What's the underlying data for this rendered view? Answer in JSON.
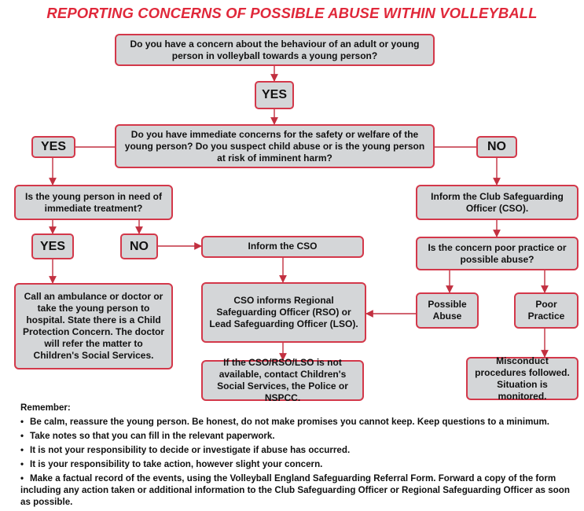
{
  "title": "REPORTING CONCERNS OF POSSIBLE ABUSE WITHIN VOLLEYBALL",
  "boxes": {
    "q1": "Do you have a concern about the behaviour of an adult or young person in volleyball towards a young person?",
    "yes1": "YES",
    "q2": "Do you have immediate concerns for the safety or welfare of the young person? Do you suspect child abuse or is the young person at risk of imminent harm?",
    "yes2": "YES",
    "no2": "NO",
    "q3": "Is the young person in need of immediate treatment?",
    "yes3": "YES",
    "no3": "NO",
    "inform_cso": "Inform the CSO",
    "ambulance": "Call an ambulance or doctor or take the young person to hospital. State there is a Child Protection Concern. The doctor will refer the matter to Children's Social Services.",
    "cso_informs": "CSO informs Regional Safeguarding Officer (RSO) or Lead Safeguarding Officer (LSO).",
    "not_available": "If the CSO/RSO/LSO is not available, contact Children's Social Services, the Police or NSPCC.",
    "inform_club_cso": "Inform the Club Safeguarding Officer (CSO).",
    "q4": "Is the concern poor practice or possible abuse?",
    "possible_abuse": "Possible Abuse",
    "poor_practice": "Poor Practice",
    "misconduct": "Misconduct procedures followed. Situation is monitored."
  },
  "remember": {
    "heading": "Remember:",
    "bullet": "•",
    "items": [
      "Be calm, reassure the young person. Be honest, do not make promises you cannot keep. Keep questions to a minimum.",
      "Take notes so that you can fill in the relevant paperwork.",
      "It is not your responsibility to decide or investigate if abuse has occurred.",
      "It is your responsibility to take action, however slight your concern.",
      "Make a factual record of the events, using the Volleyball England Safeguarding Referral Form. Forward a copy of the form including any action taken or additional information to the Club Safeguarding Officer or Regional Safeguarding Officer as soon as possible."
    ]
  },
  "colors": {
    "title": "#e0283a",
    "border": "#d3384a",
    "box_fill": "#d4d6d8",
    "arrow": "#c23040"
  }
}
